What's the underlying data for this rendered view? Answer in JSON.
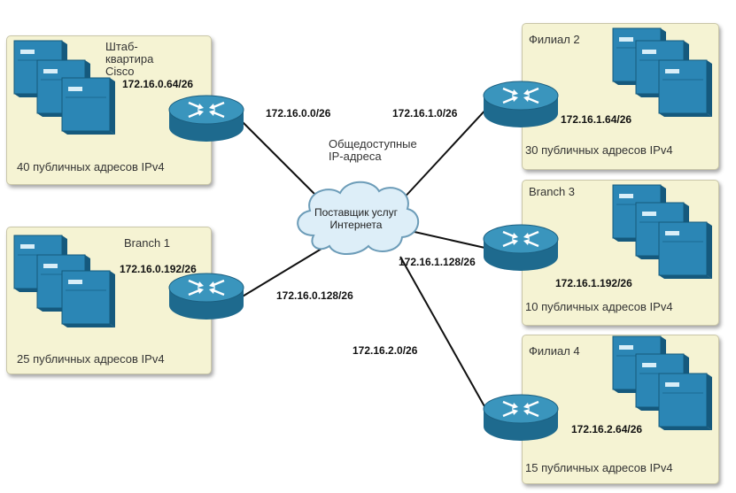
{
  "public_network": {
    "label_line1": "Общедоступные",
    "label_line2": "IP-адреса"
  },
  "isp": {
    "label_line1": "Поставщик услуг",
    "label_line2": "Интернета"
  },
  "sites": {
    "hq": {
      "name_lines": [
        "Штаб-",
        "квартира",
        "Cisco"
      ],
      "lan": "172.16.0.64/26",
      "link": "172.16.0.0/26",
      "addresses": "40 публичных адресов IPv4"
    },
    "branch1": {
      "name": "Branch 1",
      "lan": "172.16.0.192/26",
      "link": "172.16.0.128/26",
      "addresses": "25 публичных адресов IPv4"
    },
    "branch2": {
      "name": "Филиал 2",
      "lan": "172.16.1.64/26",
      "link": "172.16.1.0/26",
      "addresses": "30 публичных адресов IPv4"
    },
    "branch3": {
      "name": "Branch 3",
      "lan": "172.16.1.192/26",
      "link": "172.16.1.128/26",
      "addresses": "10 публичных адресов IPv4"
    },
    "branch4": {
      "name": "Филиал 4",
      "lan": "172.16.2.64/26",
      "link": "172.16.2.0/26",
      "addresses": "15 публичных адресов IPv4"
    }
  },
  "colors": {
    "panel": "#f5f3d3",
    "router": "#2a7fa6",
    "server": "#2b86b5",
    "cloud": "#ddeef8"
  },
  "icons": [
    "router-icon",
    "server-stack-icon",
    "cloud-icon"
  ]
}
